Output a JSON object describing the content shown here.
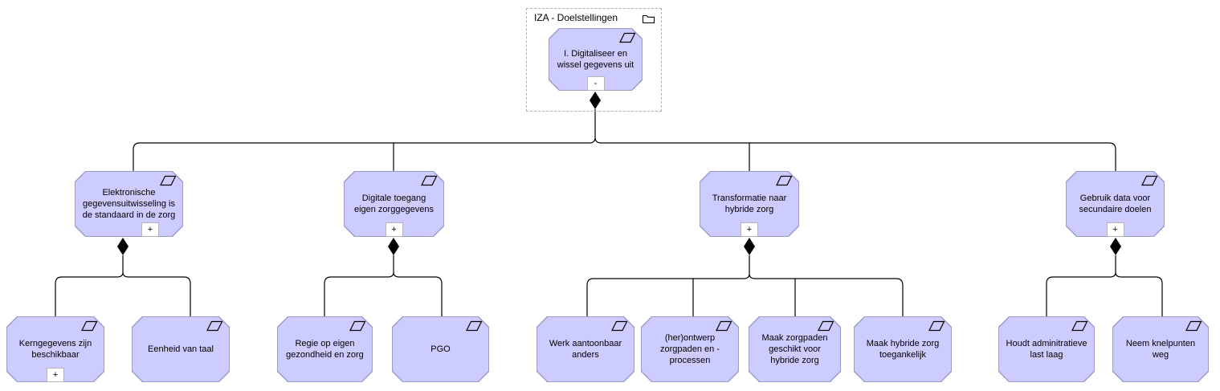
{
  "group": {
    "title": "IZA - Doelstellingen",
    "folder_icon": "folder-icon"
  },
  "colors": {
    "node_fill": "#CCCCFF",
    "node_border": "#9B9BC8",
    "connector": "#000000",
    "group_border_dashed": "#B0B0B0"
  },
  "icons": {
    "node_type_icon": "requirement-parallelogram-icon",
    "relation": "composition-filled-diamond"
  },
  "nodes": {
    "root": {
      "label": "I. Digitaliseer en wissel gegevens uit",
      "toggle": "-"
    },
    "parents": [
      {
        "label": "Elektronische gegevensuitwisseling is de standaard in de zorg",
        "toggle": "+"
      },
      {
        "label": "Digitale toegang eigen zorggegevens",
        "toggle": "+"
      },
      {
        "label": "Transformatie naar hybride zorg",
        "toggle": "+"
      },
      {
        "label": "Gebruik data voor secundaire doelen",
        "toggle": "+"
      }
    ],
    "children": [
      {
        "label": "Kerngegevens zijn beschikbaar",
        "toggle": "+"
      },
      {
        "label": "Eenheid van taal"
      },
      {
        "label": "Regie op eigen gezondheid en zorg"
      },
      {
        "label": "PGO"
      },
      {
        "label": "Werk aantoonbaar anders"
      },
      {
        "label": "(her)ontwerp zorgpaden en -processen"
      },
      {
        "label": "Maak zorgpaden geschikt voor hybride zorg"
      },
      {
        "label": "Maak hybride zorg toegankelijk"
      },
      {
        "label": "Houdt adminitratieve last laag"
      },
      {
        "label": "Neem knelpunten weg"
      }
    ]
  }
}
